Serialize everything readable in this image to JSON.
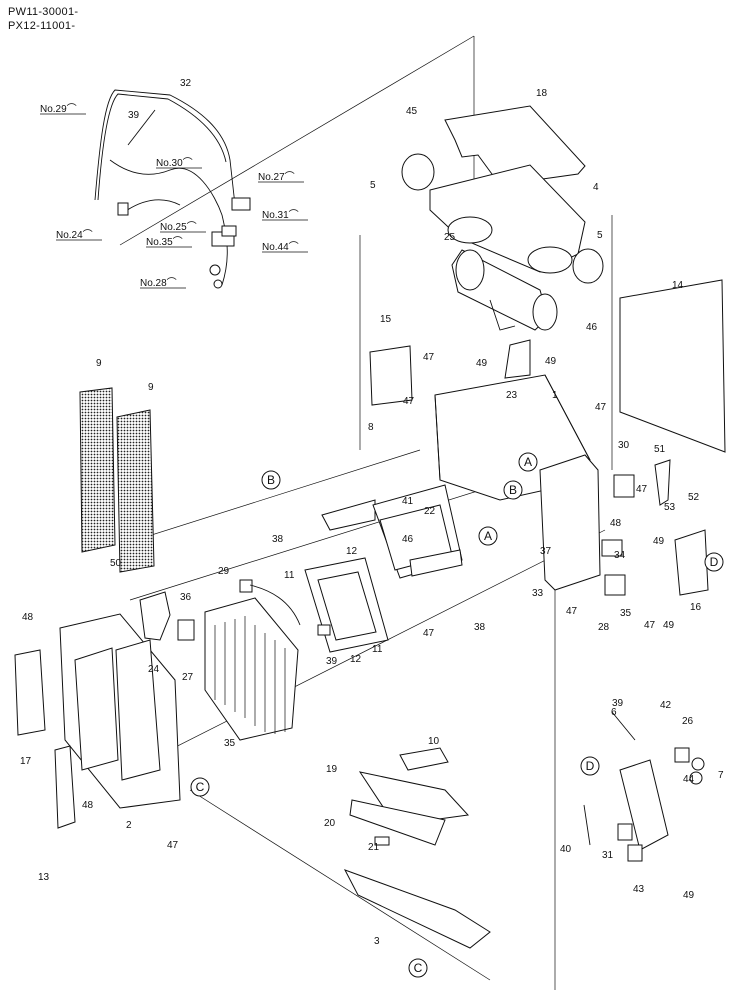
{
  "header": {
    "line1": "PW11-30001-",
    "line2": "PX12-11001-"
  },
  "wire_refs": [
    "No.29",
    "No.24",
    "No.30",
    "No.25",
    "No.35",
    "No.28",
    "No.27",
    "No.31",
    "No.44"
  ],
  "callouts": [
    "1",
    "2",
    "3",
    "4",
    "5",
    "5",
    "6",
    "7",
    "8",
    "9",
    "9",
    "10",
    "11",
    "11",
    "12",
    "12",
    "13",
    "14",
    "15",
    "16",
    "17",
    "18",
    "19",
    "20",
    "21",
    "22",
    "23",
    "24",
    "25",
    "26",
    "27",
    "28",
    "29",
    "30",
    "31",
    "32",
    "33",
    "34",
    "35",
    "35",
    "36",
    "37",
    "38",
    "38",
    "39",
    "39",
    "39",
    "40",
    "41",
    "42",
    "43",
    "44",
    "45",
    "46",
    "46",
    "47",
    "47",
    "47",
    "47",
    "47",
    "47",
    "47",
    "47",
    "48",
    "48",
    "48",
    "49",
    "49",
    "49",
    "49",
    "49",
    "50",
    "51",
    "52",
    "53"
  ],
  "letters": {
    "A": "A",
    "B": "B",
    "C": "C",
    "D": "D"
  }
}
